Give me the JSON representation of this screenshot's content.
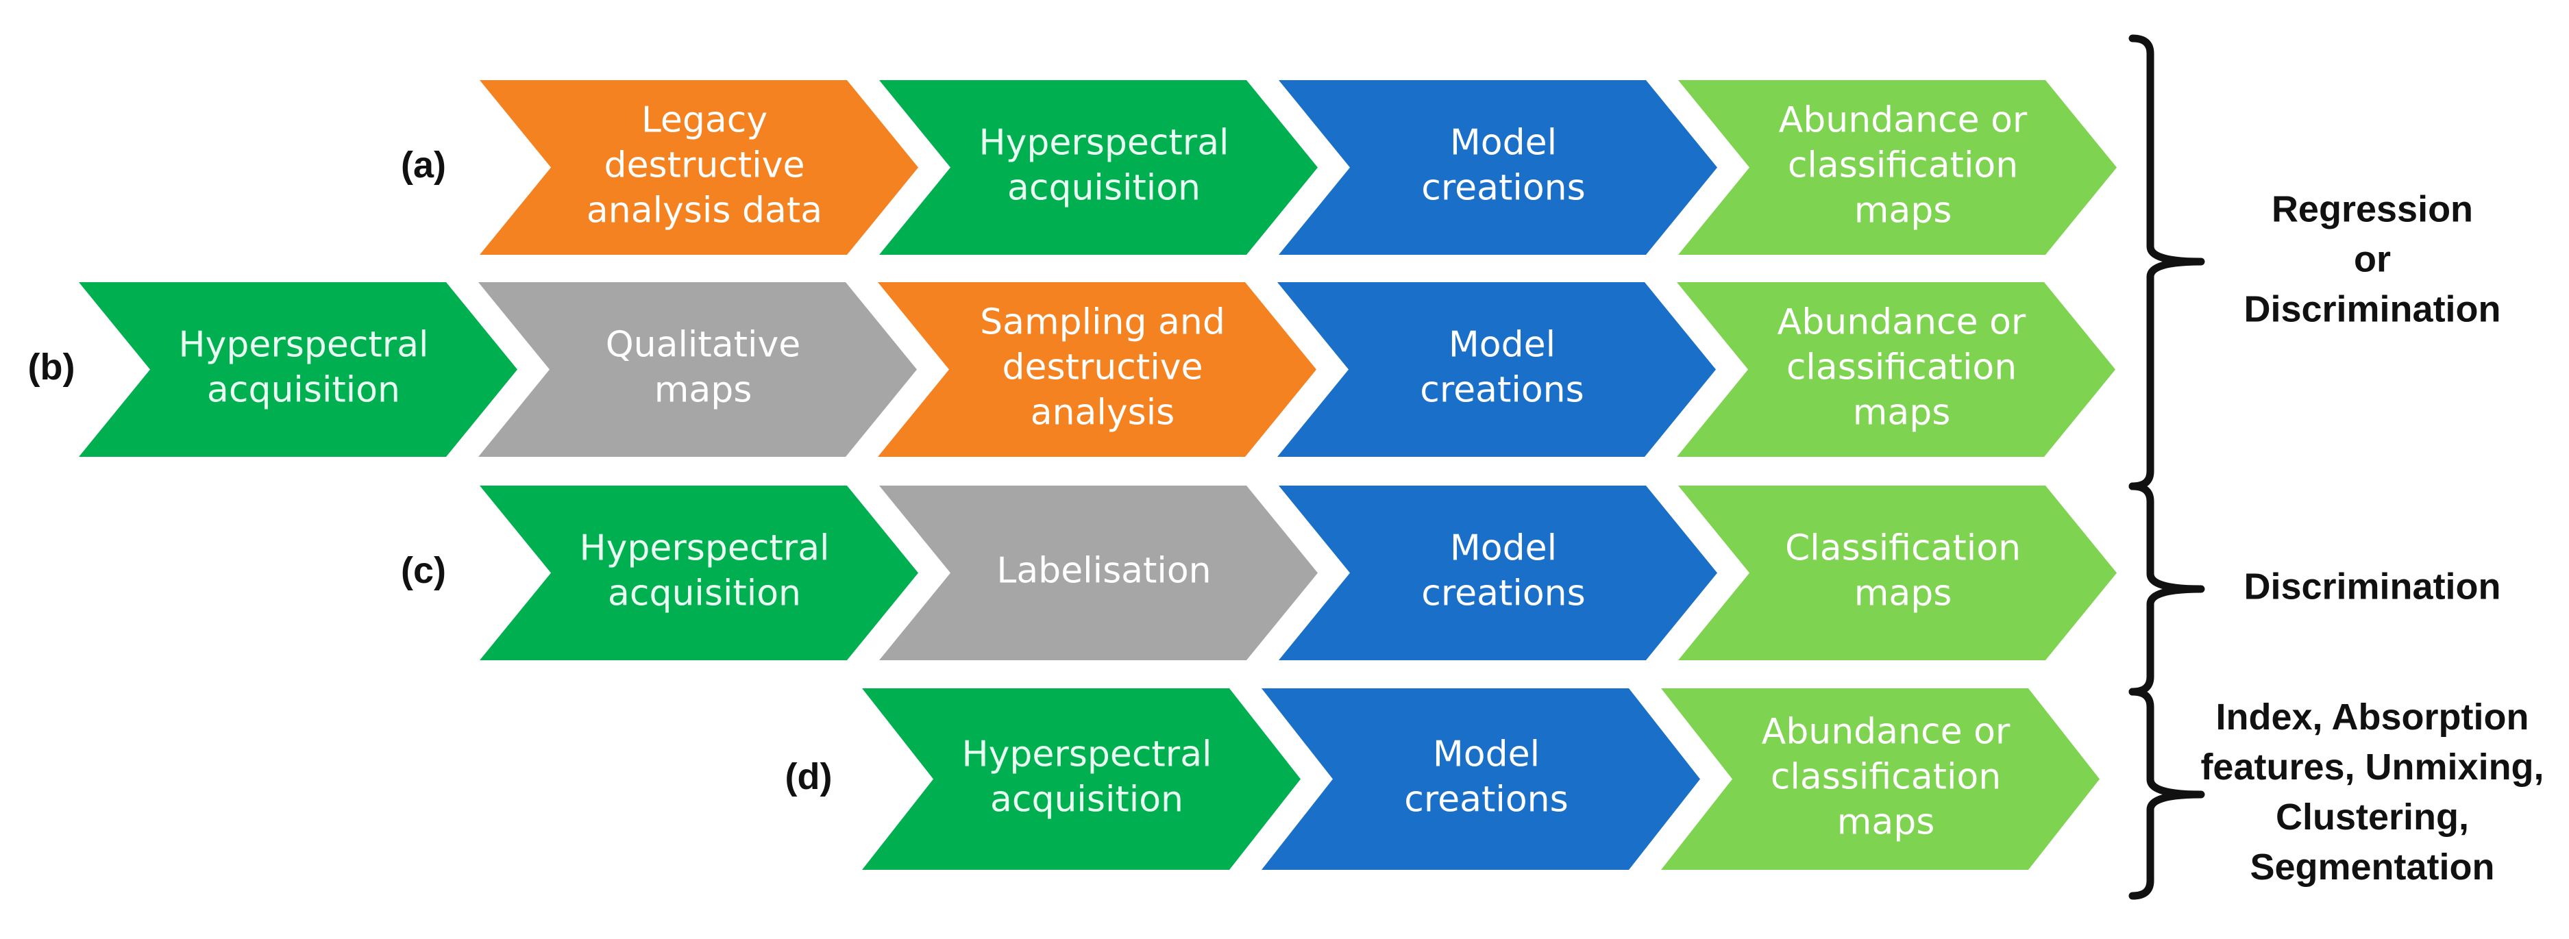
{
  "colors": {
    "acquisition": "#00B050",
    "destructive": "#F58220",
    "model": "#1A70C9",
    "maps": "#7ED350",
    "qualitative": "#A6A6A6",
    "acquisition_text": "#E8FFF2",
    "text": "#FFFFFF",
    "label": "#111111"
  },
  "rows": [
    {
      "label": "(a)",
      "steps": [
        {
          "kind": "destructive",
          "lines": [
            "Legacy",
            "destructive",
            "analysis data"
          ]
        },
        {
          "kind": "acquisition",
          "lines": [
            "Hyperspectral",
            "acquisition"
          ]
        },
        {
          "kind": "model",
          "lines": [
            "Model",
            "creations"
          ]
        },
        {
          "kind": "maps",
          "lines": [
            "Abundance or",
            "classification",
            "maps"
          ]
        }
      ]
    },
    {
      "label": "(b)",
      "steps": [
        {
          "kind": "acquisition",
          "lines": [
            "Hyperspectral",
            "acquisition"
          ]
        },
        {
          "kind": "qualitative",
          "lines": [
            "Qualitative",
            "maps"
          ]
        },
        {
          "kind": "destructive",
          "lines": [
            "Sampling and",
            "destructive",
            "analysis"
          ]
        },
        {
          "kind": "model",
          "lines": [
            "Model",
            "creations"
          ]
        },
        {
          "kind": "maps",
          "lines": [
            "Abundance or",
            "classification",
            "maps"
          ]
        }
      ]
    },
    {
      "label": "(c)",
      "steps": [
        {
          "kind": "acquisition",
          "lines": [
            "Hyperspectral",
            "acquisition"
          ]
        },
        {
          "kind": "qualitative",
          "lines": [
            "Labelisation"
          ]
        },
        {
          "kind": "model",
          "lines": [
            "Model",
            "creations"
          ]
        },
        {
          "kind": "maps",
          "lines": [
            "Classification",
            "maps"
          ]
        }
      ]
    },
    {
      "label": "(d)",
      "steps": [
        {
          "kind": "acquisition",
          "lines": [
            "Hyperspectral",
            "acquisition"
          ]
        },
        {
          "kind": "model",
          "lines": [
            "Model",
            "creations"
          ]
        },
        {
          "kind": "maps",
          "lines": [
            "Abundance or",
            "classification",
            "maps"
          ]
        }
      ]
    }
  ],
  "groups": [
    {
      "name": "regression-or-discrimination",
      "lines": [
        "Regression",
        "or",
        "Discrimination"
      ]
    },
    {
      "name": "discrimination",
      "lines": [
        "Discrimination"
      ]
    },
    {
      "name": "index-absorption",
      "lines": [
        "Index, Absorption",
        "features, Unmixing,",
        "Clustering,",
        "Segmentation"
      ]
    }
  ]
}
